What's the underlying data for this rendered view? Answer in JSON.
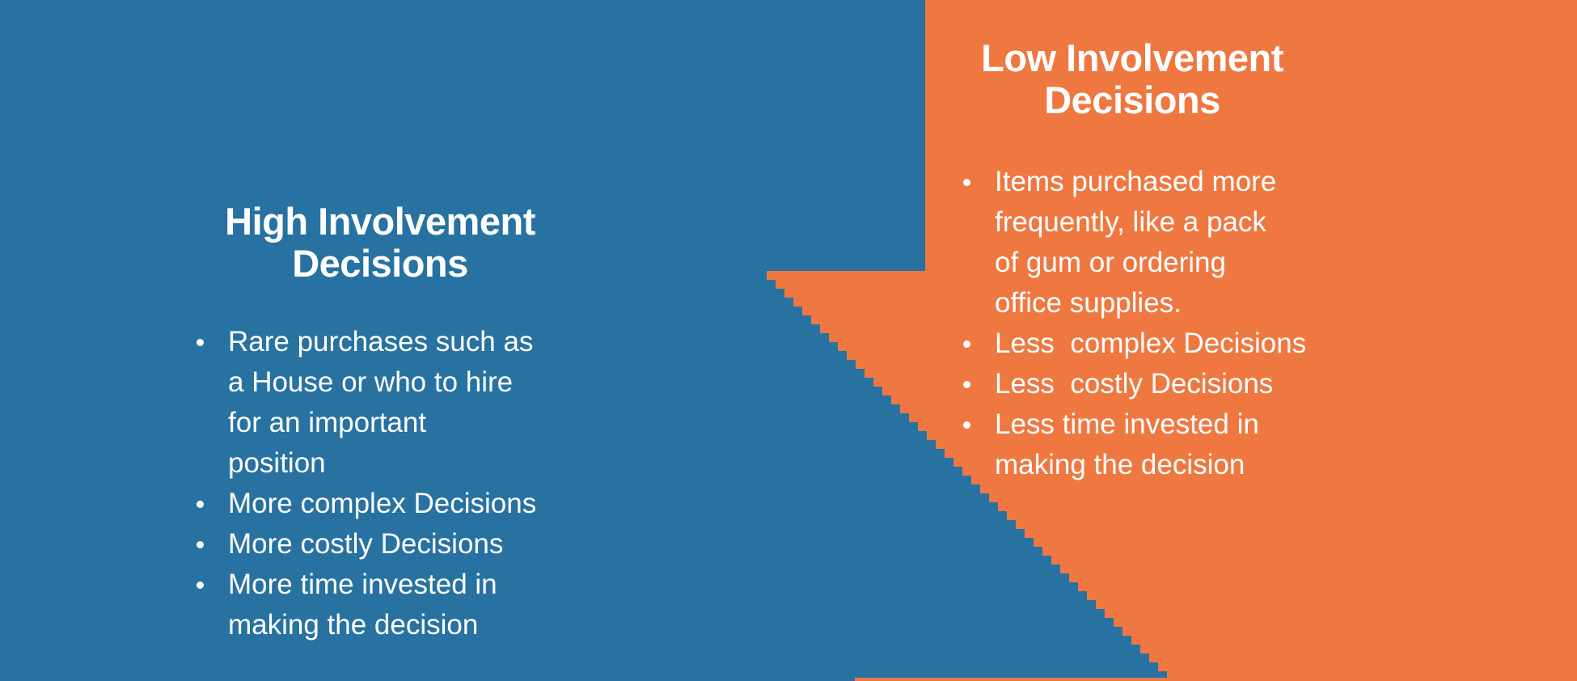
{
  "slide": {
    "left_panel": {
      "title": "High Involvement Decisions",
      "bullets": [
        "Rare purchases such as\na House or who to hire\nfor an important\nposition",
        "More complex Decisions",
        "More costly Decisions",
        "More time invested in\nmaking the decision"
      ]
    },
    "right_panel": {
      "title": "Low Involvement Decisions",
      "bullets": [
        "Items purchased more\nfrequently, like a pack\nof gum or ordering\noffice supplies.",
        "Less  complex Decisions",
        "Less  costly Decisions",
        "Less time invested in\nmaking the decision"
      ]
    },
    "colors": {
      "blue": "#2772A1",
      "orange": "#EF7841",
      "text": "#FFFFFF"
    }
  }
}
